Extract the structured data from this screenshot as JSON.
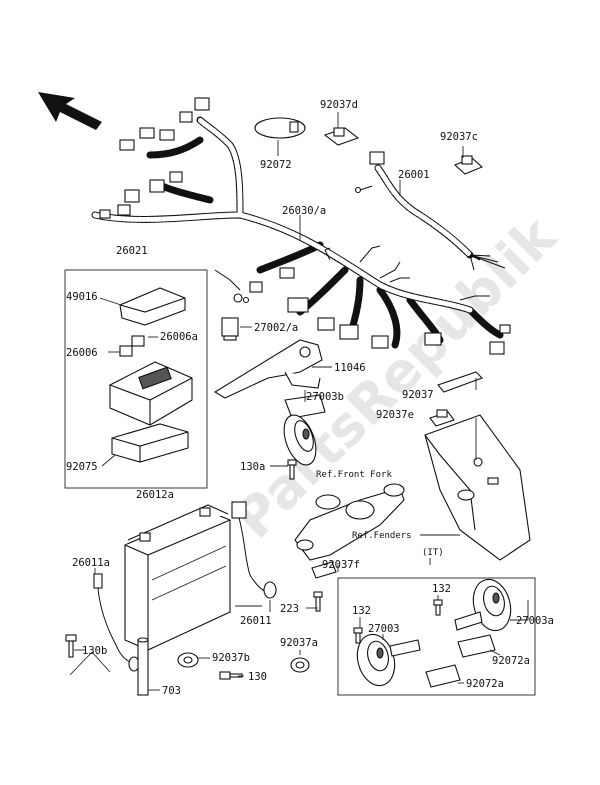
{
  "watermark": "PartsRepublik",
  "labels": {
    "p92037d": "92037d",
    "p92072": "92072",
    "p92037c": "92037c",
    "p26001": "26001",
    "p26030a": "26030/a",
    "p26021": "26021",
    "p49016": "49016",
    "p26006a": "26006a",
    "p26006": "26006",
    "p27002a": "27002/a",
    "p11046": "11046",
    "p92037": "92037",
    "p27003b": "27003b",
    "p92037e": "92037e",
    "p92075": "92075",
    "p130a": "130a",
    "ref_front_fork": "Ref.Front Fork",
    "p26012a": "26012a",
    "ref_fenders": "Ref.Fenders",
    "it": "(IT)",
    "p26011a": "26011a",
    "p92037f": "92037f",
    "p132a": "132",
    "p223": "223",
    "p26011": "26011",
    "p132b": "132",
    "p27003": "27003",
    "p27003a": "27003a",
    "p130b": "130b",
    "p92037a": "92037a",
    "p92072a_1": "92072a",
    "p92037b": "92037b",
    "p130": "130",
    "p92072a_2": "92072a",
    "p703": "703"
  }
}
